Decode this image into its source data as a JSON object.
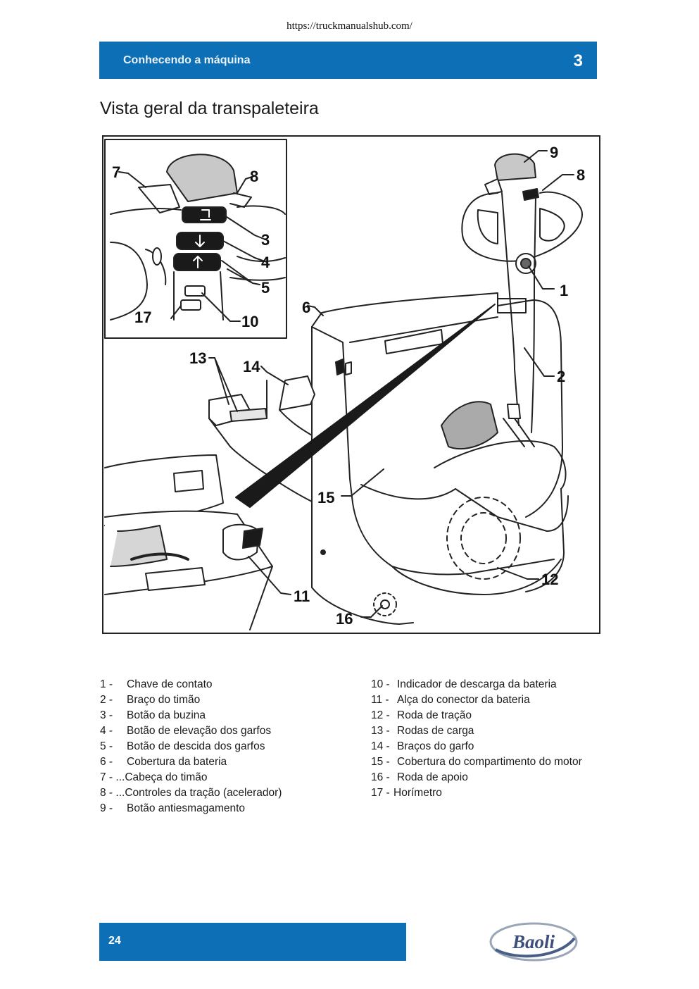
{
  "source_url": "https://truckmanualshub.com/",
  "header": {
    "title": "Conhecendo a máquina",
    "chapter": "3"
  },
  "page_title": "Vista geral da transpaleteira",
  "figure": {
    "callouts": [
      "1",
      "2",
      "3",
      "4",
      "5",
      "6",
      "7",
      "8",
      "8",
      "9",
      "10",
      "11",
      "12",
      "13",
      "14",
      "15",
      "16",
      "17"
    ]
  },
  "legend": {
    "left": [
      {
        "num": "1 -",
        "label": "Chave de contato"
      },
      {
        "num": "2 -",
        "label": "Braço do timão"
      },
      {
        "num": "3 -",
        "label": "Botão da buzina"
      },
      {
        "num": "4 -",
        "label": "Botão de elevação dos garfos"
      },
      {
        "num": "5 -",
        "label": "Botão de descida dos garfos"
      },
      {
        "num": "6 -",
        "label": "Cobertura da bateria"
      },
      {
        "num": "7 - ...",
        "label": "Cabeça do timão"
      },
      {
        "num": "8 - ...",
        "label": "Controles da tração (acelerador)"
      },
      {
        "num": "9 -",
        "label": "Botão antiesmagamento"
      }
    ],
    "right": [
      {
        "num": "10 -",
        "label": "Indicador de descarga da bateria"
      },
      {
        "num": "11 -",
        "label": "Alça do conector da bateria"
      },
      {
        "num": "12 -",
        "label": "Roda de tração"
      },
      {
        "num": "13 -",
        "label": "Rodas de carga"
      },
      {
        "num": "14 -",
        "label": "Braços do garfo"
      },
      {
        "num": "15 -",
        "label": "Cobertura do compartimento do motor"
      },
      {
        "num": "16 -",
        "label": "Roda de apoio"
      },
      {
        "num": "17 -",
        "label": "Horímetro"
      }
    ]
  },
  "footer": {
    "page_number": "24",
    "logo_text": "Baoli"
  },
  "colors": {
    "brand_blue": "#0d6fb5"
  }
}
